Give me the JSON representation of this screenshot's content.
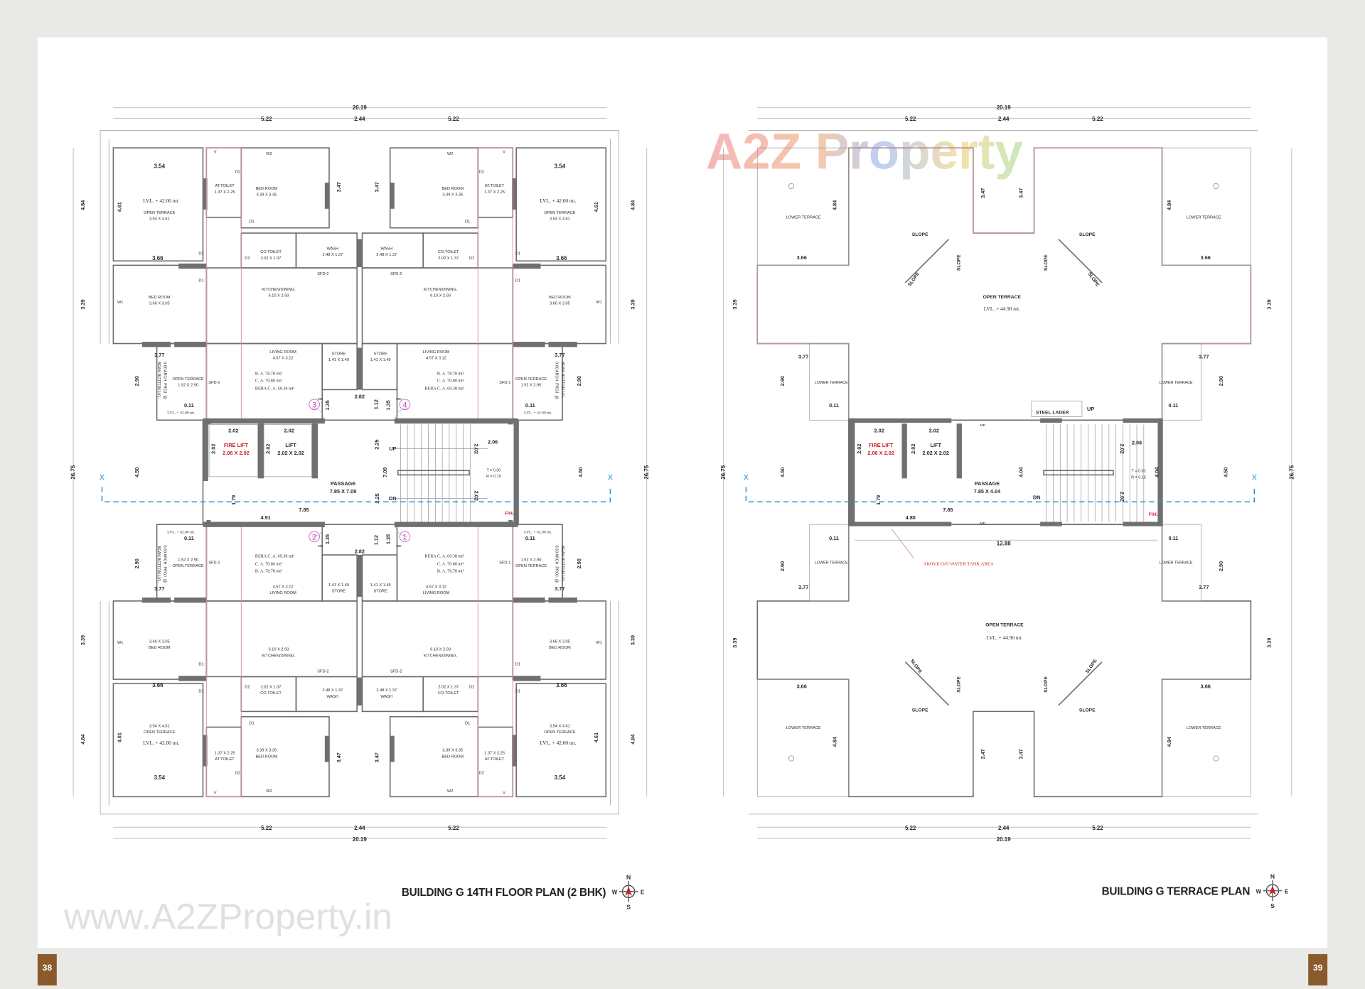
{
  "watermark": {
    "brand": "A2Z Property",
    "site": "www.A2ZProperty.in"
  },
  "pages": {
    "left_number": "38",
    "right_number": "39"
  },
  "compass": {
    "n": "N",
    "s": "S",
    "e": "E",
    "w": "W"
  },
  "colors": {
    "paper": "#ffffff",
    "background": "#e9e9e7",
    "page_tab": "#8a5a2b",
    "wall": "#707070",
    "accent_red": "#c8202a",
    "section_line": "#2a8fd0",
    "door_number": "#c040c0"
  },
  "left_plan": {
    "title": "BUILDING G 14TH FLOOR PLAN (2 BHK)",
    "dims": {
      "overall_width": "20.19",
      "wing": "5.22",
      "center": "2.44",
      "overall_height": "26.75",
      "d484": "4.84",
      "d339": "3.39",
      "d290": "2.90",
      "d450": "4.50"
    },
    "unit": {
      "terrace_width": "3.54",
      "terrace_height": "4.61",
      "terrace_bottom": "3.66",
      "level": "LVL. + 42.00 mt.",
      "open_terrace": "OPEN TERRACE",
      "open_terrace_size": "3.54 X 4.61",
      "at_toilet": "AT.TOILET",
      "at_toilet_size": "1.37 X 2.25",
      "bed_room": "BED ROOM",
      "bed_room_1_size": "3.39 X 3.35",
      "bed_room_2_size": "3.66 X 3.05",
      "co_toilet": "CO.TOILET",
      "co_toilet_size": "2.02 X 1.37",
      "wash": "WASH",
      "wash_size": "2.48 X 1.37",
      "kitchen": "KITCHEN/DINING.",
      "kitchen_size": "6.10 X 2.93",
      "living": "LIVING ROOM",
      "living_size": "4.57 X 3.12",
      "store": "STORE",
      "store_size": "1.41 X 1.49",
      "small_terrace_size": "1.52 X 2.90",
      "ba": "B. A.  78.78  mt²",
      "ca": "C. A.  70.80  mt²",
      "rera": "RERA C. A.  69.38  mt²",
      "beam_note_1": "0.60 ARCH. PROJ. @",
      "beam_note_2": "BEAM BOTTOM LVL.",
      "d347": "3.47",
      "d377": "3.77",
      "d011": "0.11",
      "d135": "1.35",
      "d1": "D1",
      "d2": "D2",
      "w1": "W1",
      "w2": "W2",
      "sfd1": "SFD-1",
      "sfd2": "SFD-2",
      "v": "V",
      "md": "MD"
    },
    "units": [
      {
        "door_no": "3"
      },
      {
        "door_no": "4"
      },
      {
        "door_no": "2"
      },
      {
        "door_no": "1"
      }
    ],
    "core": {
      "lift_dim": "2.02",
      "fire_lift": "FIRE LIFT",
      "fire_lift_size": "2.06 X 2.02",
      "lift": "LIFT",
      "lift_size": "2.02 X 2.02",
      "passage": "PASSAGE",
      "passage_size": "7.85 X 7.09",
      "d282": "2.82",
      "d112": "1.12",
      "d225": "2.25",
      "d709": "7.09",
      "up": "UP",
      "dn": "DN",
      "d206": "2.06",
      "tread": "T = 0.30",
      "riser": "R = 0.15",
      "fh": "F/H.",
      "d179": "1.79",
      "d785": "7.85",
      "d491": "4.91",
      "section": "X"
    }
  },
  "right_plan": {
    "title": "BUILDING G TERRACE PLAN",
    "dims": {
      "overall_width": "20.19",
      "wing": "5.22",
      "center": "2.44",
      "overall_height": "26.75",
      "d339": "3.39",
      "d290": "2.90",
      "d450": "4.50",
      "d484": "4.84",
      "d366": "3.66",
      "d347": "3.47",
      "d377": "3.77",
      "d011": "0.11"
    },
    "lower_terrace": "LOWER TERRACE",
    "open_terrace": "OPEN TERRACE",
    "level": "LVL. + 44.90 mt.",
    "slope": "SLOPE",
    "core": {
      "lift_dim": "2.02",
      "fire_lift": "FIRE LIFT",
      "fire_lift_size": "2.06 X 2.02",
      "lift": "LIFT",
      "lift_size": "2.02 X 2.02",
      "passage": "PASSAGE",
      "passage_size": "7.85 X 4.04",
      "md": "MD",
      "d404": "4.04",
      "d206": "2.06",
      "tread": "T = 0.30",
      "riser": "R = 0.15",
      "dn": "DN",
      "up": "UP",
      "steel_ladder": "STEEL LADER",
      "fh": "F/H.",
      "d179": "1.79",
      "d785": "7.85",
      "d480": "4.80",
      "d1288": "12.88",
      "tank": "ABOVE O/H WATER TANK AREA",
      "section": "X"
    }
  }
}
